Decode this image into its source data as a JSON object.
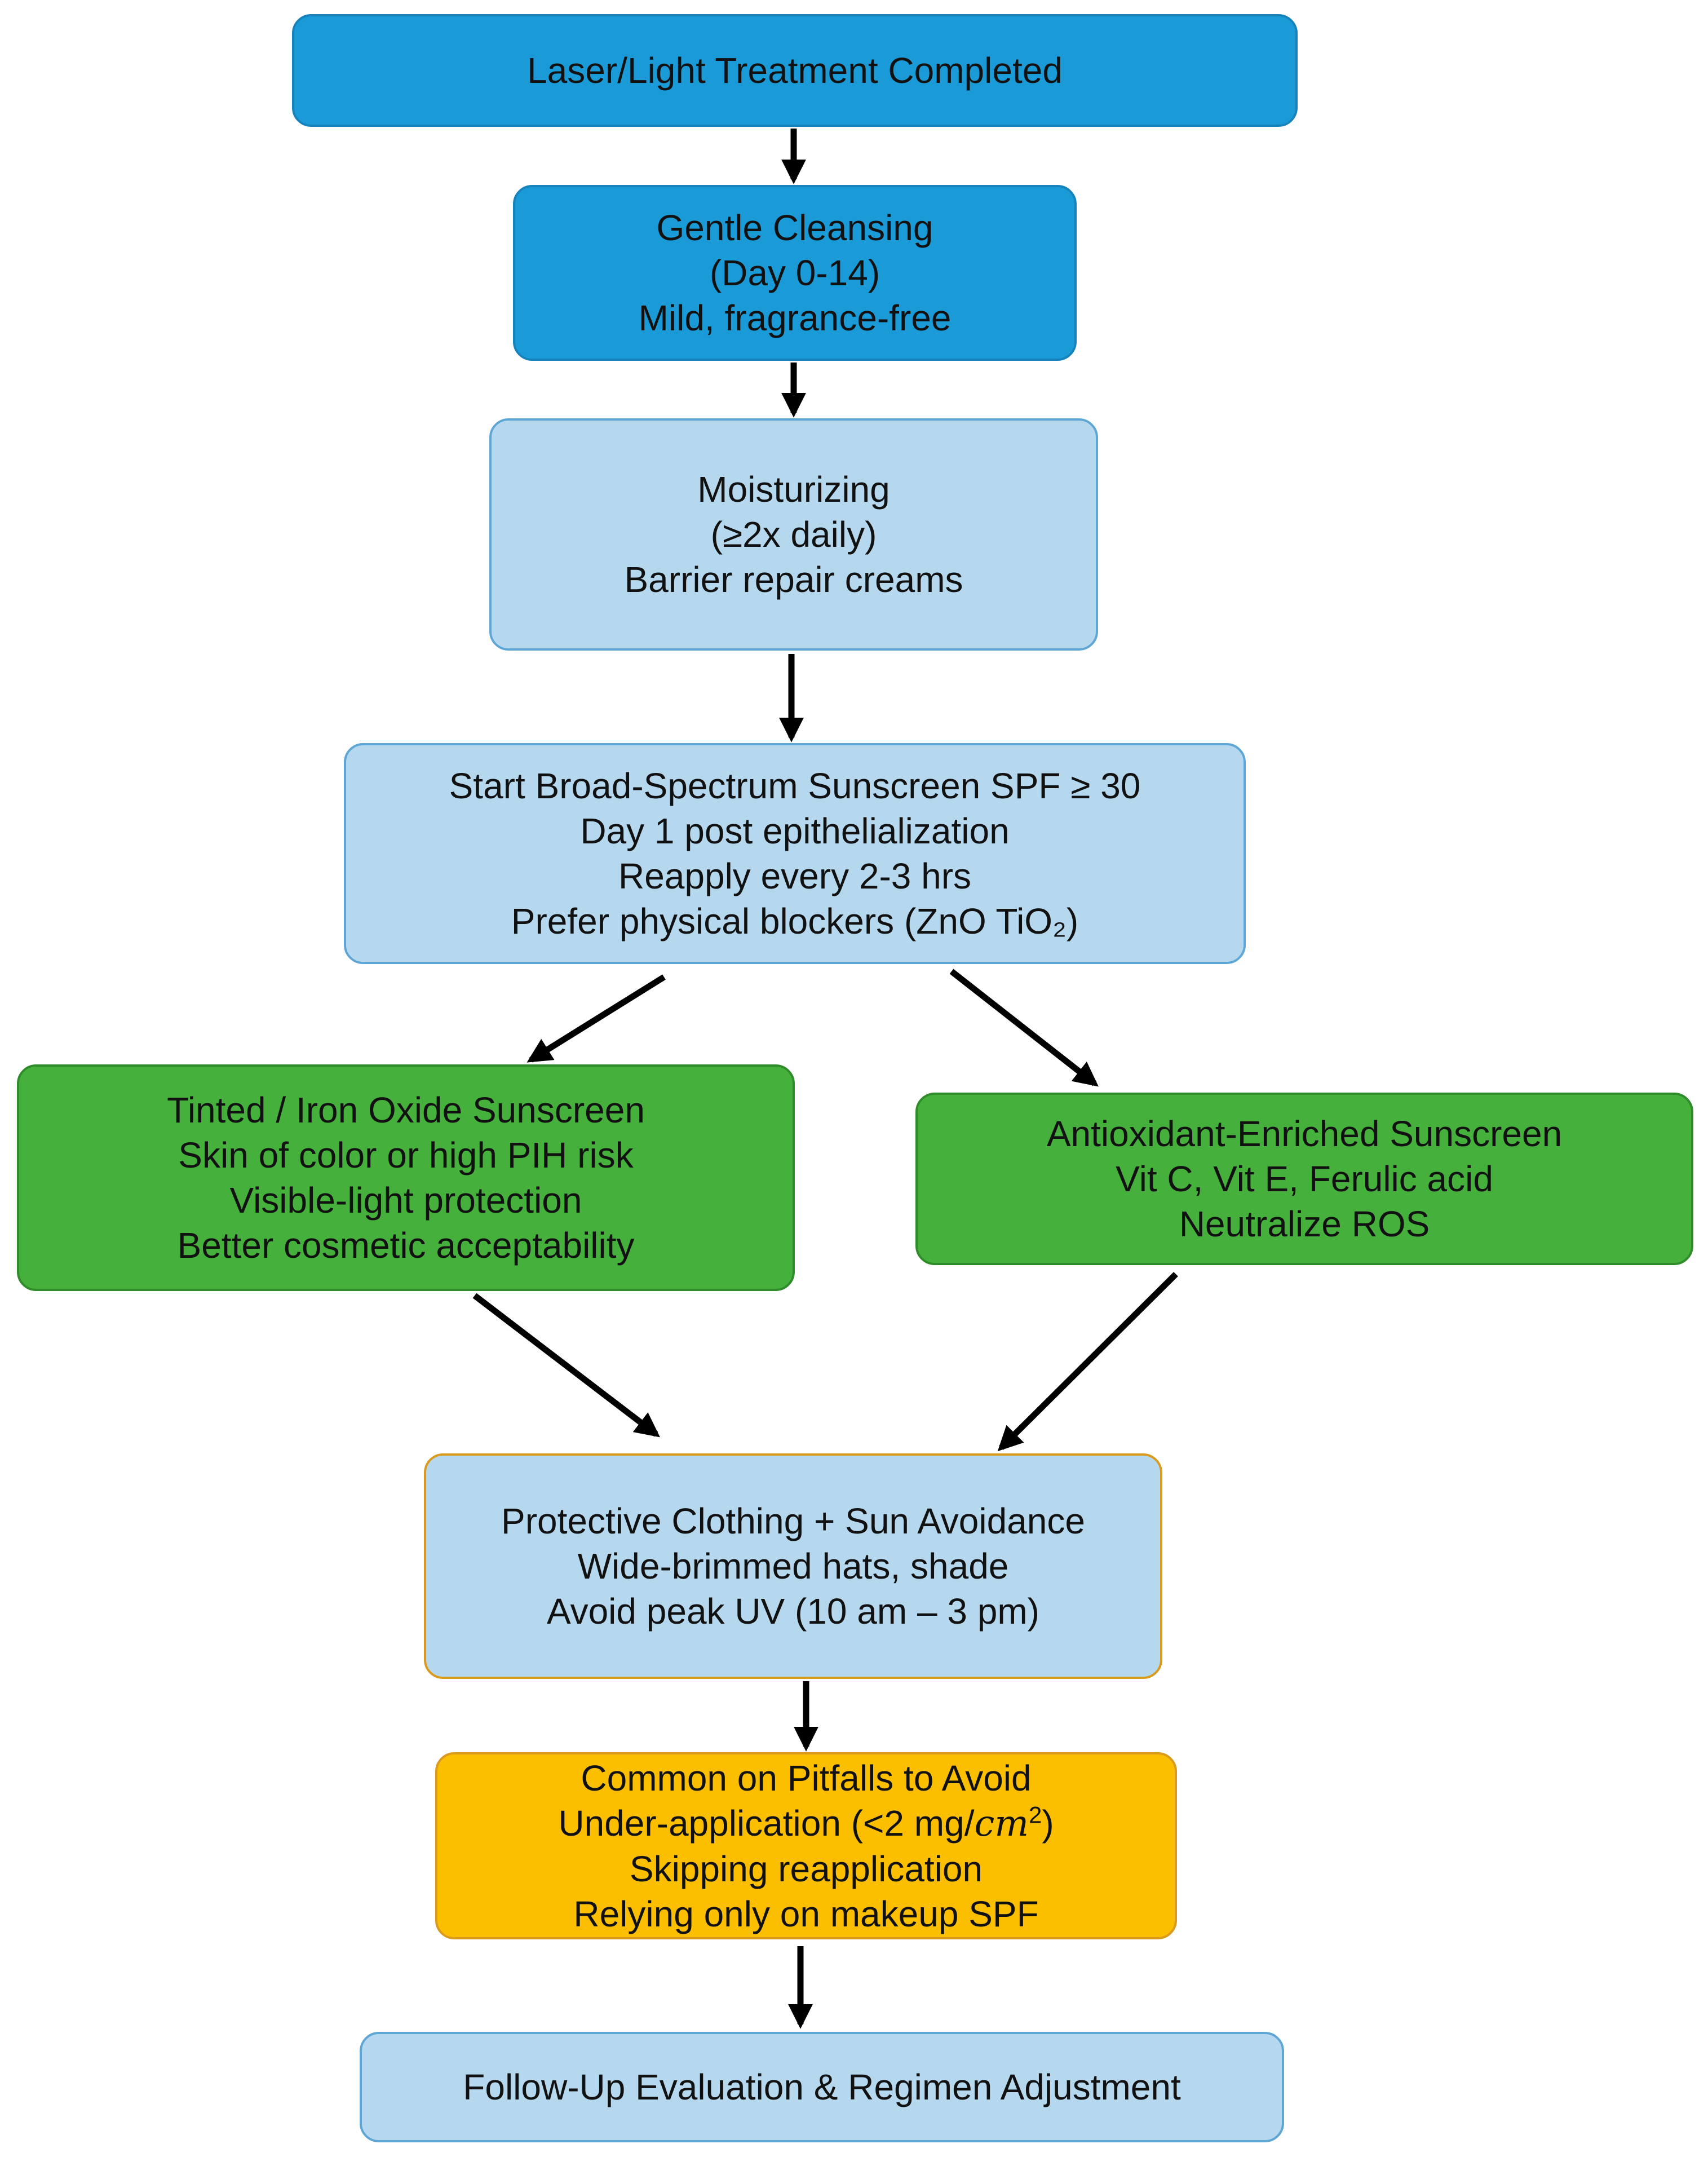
{
  "nodes": {
    "laser": {
      "lines": [
        "Laser/Light Treatment Completed"
      ]
    },
    "cleansing": {
      "lines": [
        "Gentle Cleansing",
        "(Day 0-14)",
        "Mild, fragrance-free"
      ]
    },
    "moisturizing": {
      "lines": [
        "Moisturizing",
        "(≥2x  daily)",
        "Barrier repair creams"
      ]
    },
    "sunscreen": {
      "lines": [
        "Start Broad-Spectrum Sunscreen SPF  ≥  30",
        "Day 1 post epithelialization",
        "Reapply every 2-3 hrs",
        "Prefer physical blockers (ZnO TiO₂)"
      ]
    },
    "tinted": {
      "lines": [
        "Tinted / Iron Oxide Sunscreen",
        "Skin of color or high PIH risk",
        "Visible-light protection",
        "Better cosmetic acceptability"
      ]
    },
    "antioxidant": {
      "lines": [
        "Antioxidant-Enriched Sunscreen",
        "Vit C, Vit E, Ferulic acid",
        "Neutralize ROS"
      ]
    },
    "protective": {
      "lines": [
        "Protective Clothing  +  Sun Avoidance",
        "Wide-brimmed hats, shade",
        "Avoid peak UV (10 am – 3  pm)"
      ]
    },
    "pitfalls": {
      "line1": "Common on Pitfalls to Avoid",
      "line2_prefix": "Under-application (<2 mg/",
      "line2_unit": "cm",
      "line2_exp": "2",
      "line2_suffix": ")",
      "line3": "Skipping reapplication",
      "line4": "Relying only on makeup SPF"
    },
    "followup": {
      "lines": [
        "Follow-Up Evaluation & Regimen Adjustment"
      ]
    }
  }
}
